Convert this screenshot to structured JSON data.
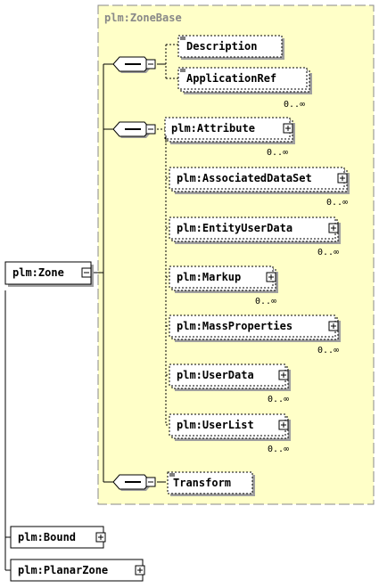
{
  "group": {
    "title": "plm:ZoneBase"
  },
  "root": {
    "label": "plm:Zone"
  },
  "sequence1": [
    {
      "label": "Description",
      "occurs": ""
    },
    {
      "label": "ApplicationRef",
      "occurs": "0..∞"
    }
  ],
  "attribute": {
    "label": "plm:Attribute",
    "occurs": "0..∞"
  },
  "choice_items": [
    {
      "label": "plm:AssociatedDataSet",
      "occurs": "0..∞"
    },
    {
      "label": "plm:EntityUserData",
      "occurs": "0..∞"
    },
    {
      "label": "plm:Markup",
      "occurs": "0..∞"
    },
    {
      "label": "plm:MassProperties",
      "occurs": "0..∞"
    },
    {
      "label": "plm:UserData",
      "occurs": "0..∞"
    },
    {
      "label": "plm:UserList",
      "occurs": "0..∞"
    }
  ],
  "transform": {
    "label": "Transform"
  },
  "derived": [
    {
      "label": "plm:Bound"
    },
    {
      "label": "plm:PlanarZone"
    }
  ],
  "colors": {
    "group_fill": "#ffffc8",
    "shadow": "#a0a0a0",
    "box": "#ffffff"
  }
}
